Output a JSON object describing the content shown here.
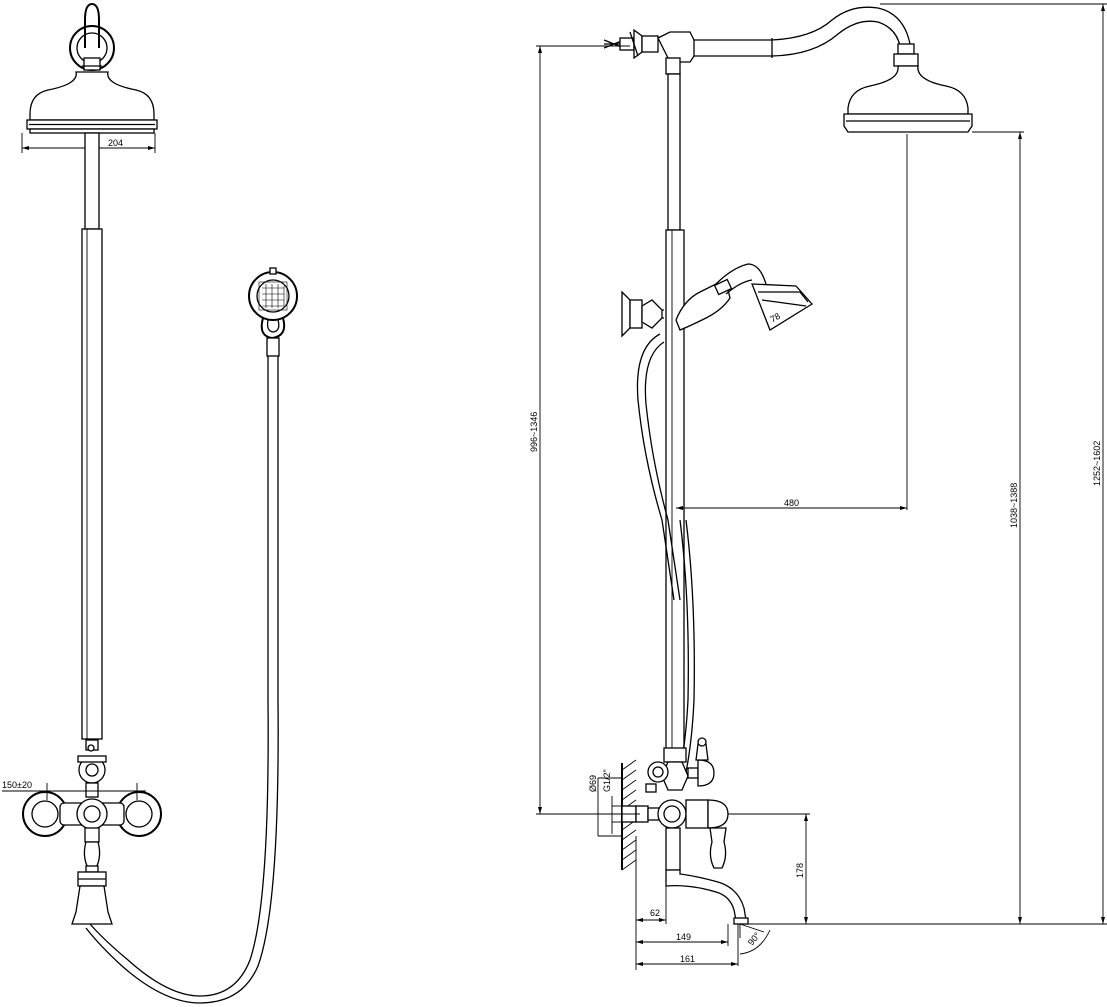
{
  "front_view": {
    "head_width_label": "204",
    "wall_spacing_label": "150±20"
  },
  "side_view": {
    "rail_height_label": "996~1346",
    "head_height_label": "1038~1388",
    "total_height_label": "1252~1602",
    "arm_reach_label": "480",
    "hand_shower_label": "78",
    "wall_dia_label": "Ø69",
    "thread_label": "G1/2\"",
    "spout_height_label": "178",
    "spout_62_label": "62",
    "spout_149_label": "149",
    "spout_161_label": "161",
    "spout_angle_label": "90°"
  }
}
